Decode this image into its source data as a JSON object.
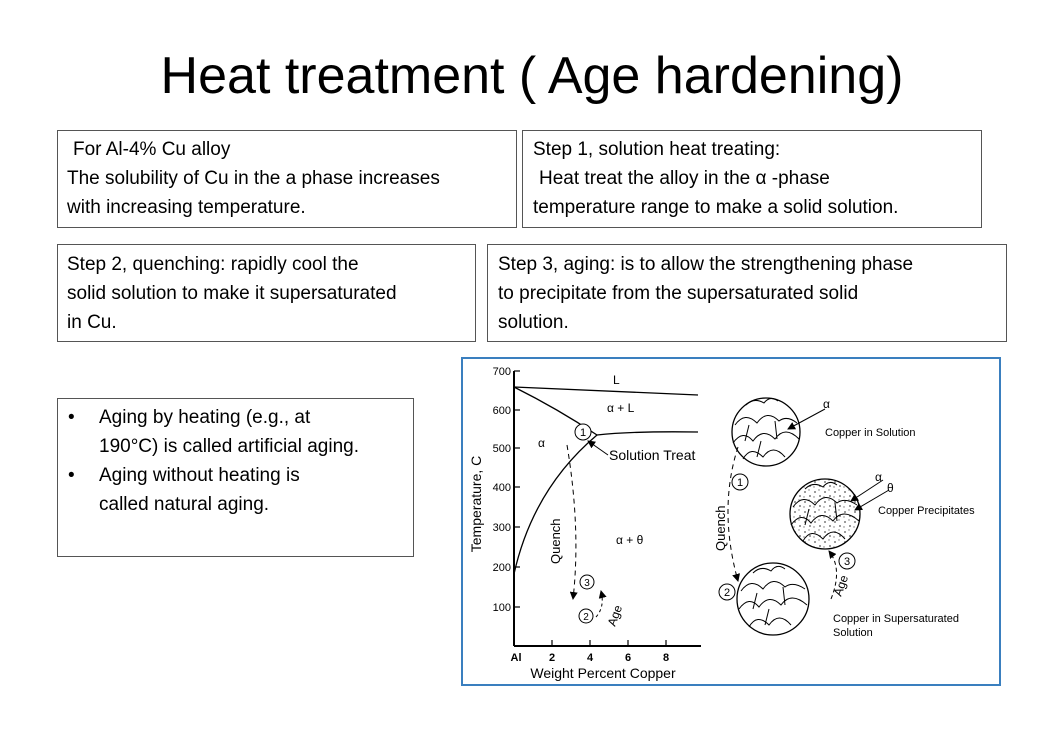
{
  "title": "Heat treatment ( Age hardening)",
  "alloy_box": {
    "line1": "For Al-4% Cu alloy",
    "line2": "The solubility of Cu in the a phase increases",
    "line3": "with increasing temperature."
  },
  "step1_box": {
    "line1": "Step 1, solution heat treating:",
    "line2": "Heat treat the alloy in the α -phase",
    "line3": "temperature range to make a solid solution."
  },
  "step2_box": {
    "line1": "Step 2, quenching: rapidly cool the",
    "line2": "solid solution to make it supersaturated",
    "line3": "in Cu."
  },
  "step3_box": {
    "line1": "Step 3, aging: is to allow the strengthening phase",
    "line2": "to precipitate from the supersaturated solid",
    "line3": "solution."
  },
  "aging_box": {
    "bullet_symbol": "•",
    "bullet1_line1": "Aging by heating (e.g., at",
    "bullet1_line2": "190°C) is called artificial aging.",
    "bullet2_line1": "Aging without heating is",
    "bullet2_line2": "called natural aging."
  },
  "diagram": {
    "y_axis_label": "Temperature, C",
    "x_axis_label": "Weight Percent Copper",
    "y_ticks": [
      "700",
      "600",
      "500",
      "400",
      "300",
      "200",
      "100"
    ],
    "x_ticks": [
      "Al",
      "2",
      "4",
      "6",
      "8"
    ],
    "region_L": "L",
    "region_alpha_L": "α + L",
    "region_alpha": "α",
    "region_alpha_theta": "α + θ",
    "solution_treat_label": "Solution Treat",
    "quench_label": "Quench",
    "age_label": "Age",
    "step_numbers": [
      "1",
      "2",
      "3"
    ],
    "micro_alpha": "α",
    "micro_theta": "θ",
    "copper_in_solution": "Copper in Solution",
    "copper_precipitates": "Copper Precipitates",
    "copper_supersat_line1": "Copper in Supersaturated",
    "copper_supersat_line2": "Solution"
  },
  "colors": {
    "figure_border": "#3a7fbf",
    "box_border": "#555555"
  }
}
